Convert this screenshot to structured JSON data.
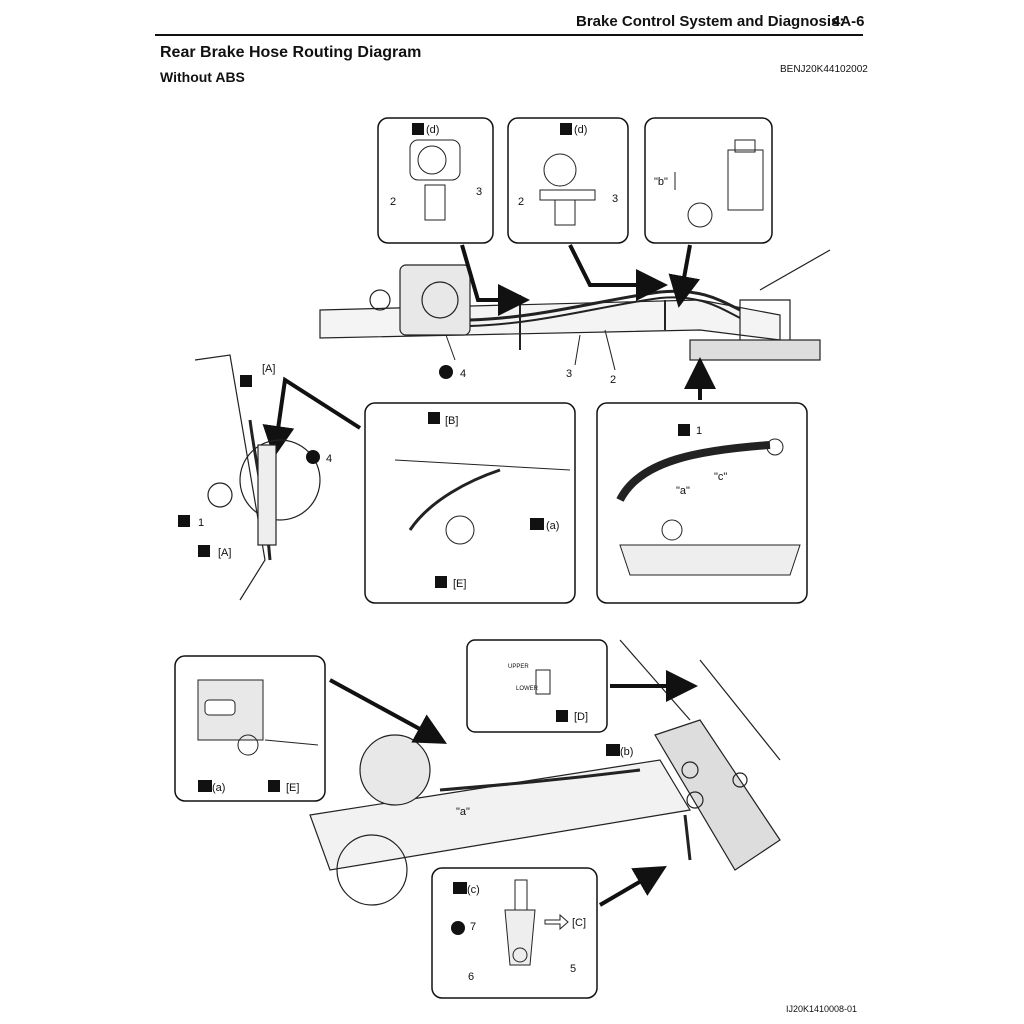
{
  "header": {
    "section": "Brake Control System and Diagnosis:",
    "page": "4A-6"
  },
  "title": "Rear Brake Hose Routing Diagram",
  "subtitle": "Without ABS",
  "doc_code": "BENJ20K44102002",
  "figure_code": "IJ20K1410008-01",
  "labels": {
    "n1": "1",
    "n2": "2",
    "n3": "3",
    "n4": "4",
    "n5": "5",
    "n6": "6",
    "n7": "7",
    "A": "[A]",
    "B": "[B]",
    "C": "[C]",
    "D": "[D]",
    "E": "[E]",
    "a": "(a)",
    "b": "(b)",
    "c": "(c)",
    "d": "(d)",
    "qa": "\"a\"",
    "qb": "\"b\"",
    "qc": "\"c\"",
    "upper": "UPPER",
    "lower": "LOWER"
  }
}
